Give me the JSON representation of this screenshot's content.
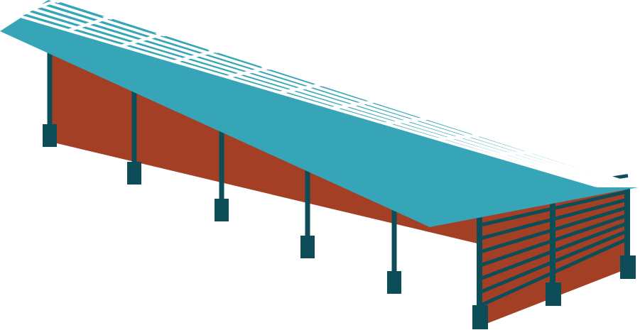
{
  "illustration": {
    "subject": "solar-panel-carport-shelter",
    "panel_rows": 11,
    "panel_columns": 5,
    "front_posts": 5,
    "side_slats": 9,
    "colors": {
      "background": "#ffffff",
      "roof": "#36a5b8",
      "panel": "#36a5b8",
      "panel_grid": "#ffffff",
      "wall": "#a33f24",
      "post": "#0d4d57"
    }
  }
}
